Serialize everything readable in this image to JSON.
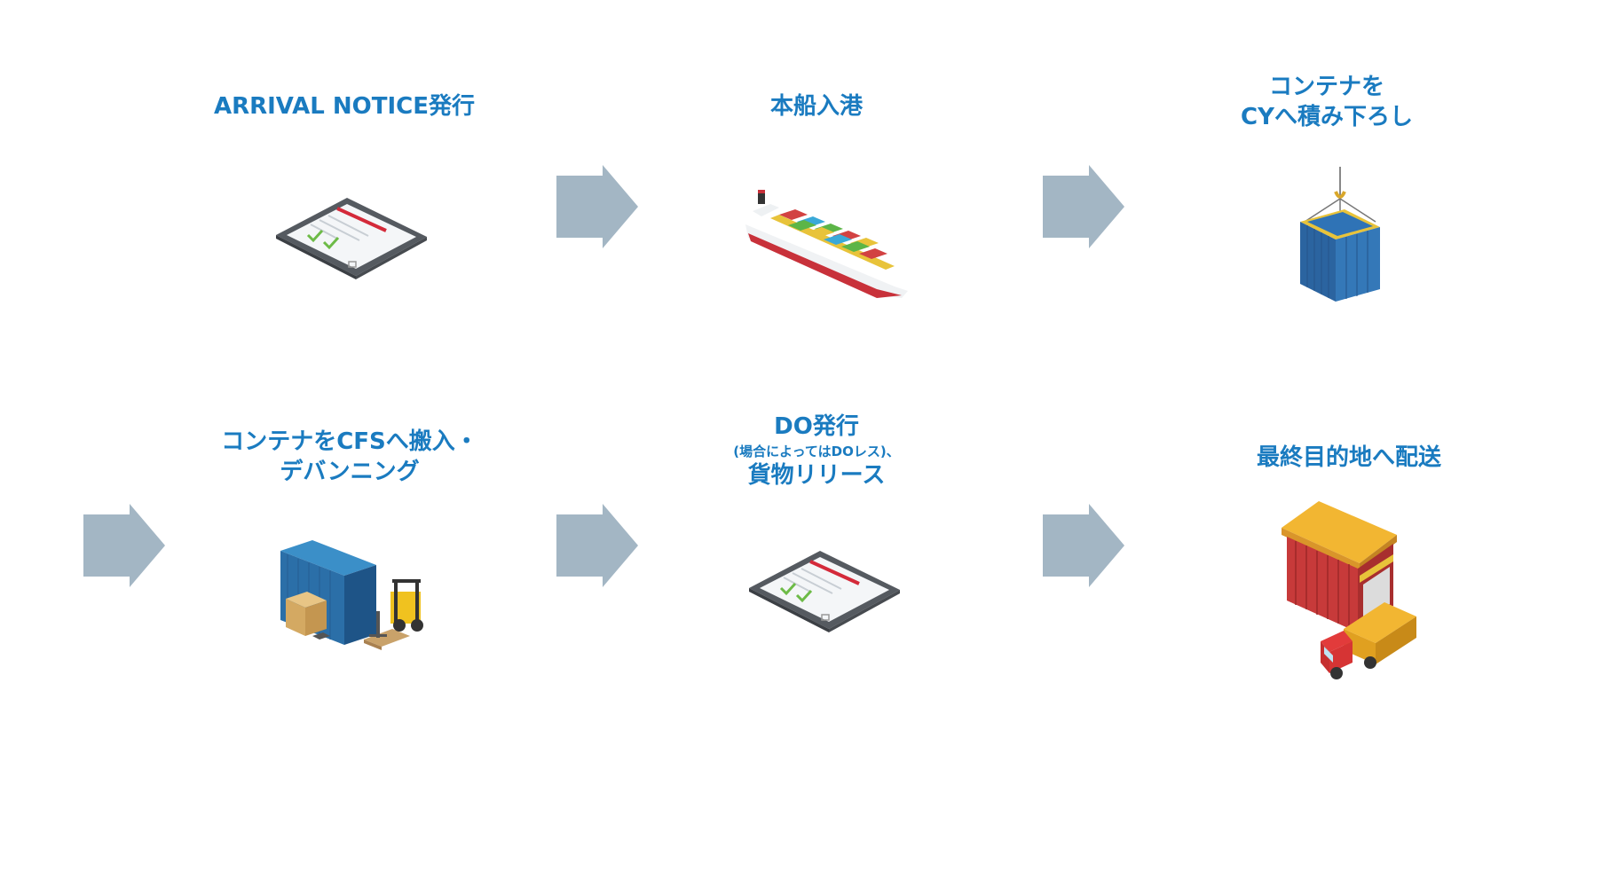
{
  "steps": [
    {
      "label_lines": [
        "ARRIVAL NOTICE発行"
      ],
      "icon": "clipboard-icon"
    },
    {
      "label_lines": [
        "本船入港"
      ],
      "icon": "container-ship-icon"
    },
    {
      "label_lines": [
        "コンテナを",
        "CYへ積み下ろし"
      ],
      "icon": "hoisted-container-icon"
    },
    {
      "label_lines": [
        "コンテナをCFSへ搬入・",
        "デバンニング"
      ],
      "icon": "container-forklift-icon"
    },
    {
      "label_lines": [
        "DO発行",
        "(場合によってはDOレス)、",
        "貨物リリース"
      ],
      "icon": "clipboard-icon"
    },
    {
      "label_lines": [
        "最終目的地へ配送"
      ],
      "icon": "warehouse-truck-icon"
    }
  ],
  "colors": {
    "label": "#1a7bc0",
    "arrow": "#a3b6c4"
  }
}
